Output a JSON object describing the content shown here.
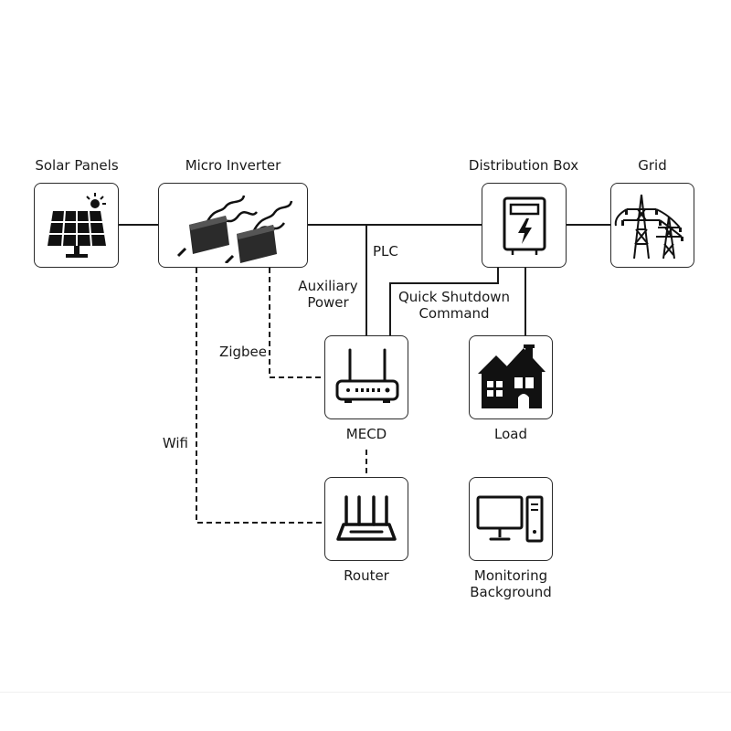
{
  "nodes": {
    "solar_panels": "Solar Panels",
    "micro_inverter": "Micro Inverter",
    "distribution_box": "Distribution Box",
    "grid": "Grid",
    "mecd": "MECD",
    "load": "Load",
    "router": "Router",
    "monitoring_background": "Monitoring\nBackground"
  },
  "connections": {
    "plc": "PLC",
    "auxiliary_power": "Auxiliary\nPower",
    "quick_shutdown_command": "Quick Shutdown\nCommand",
    "zigbee": "Zigbee",
    "wifi": "Wifi"
  },
  "icons": {
    "solar_panels": "solar-panel-icon",
    "micro_inverter": "micro-inverter-icon",
    "distribution_box": "distribution-box-icon",
    "grid": "transmission-tower-icon",
    "mecd": "gateway-icon",
    "load": "house-icon",
    "router": "router-icon",
    "monitoring_background": "desktop-computer-icon"
  },
  "colors": {
    "line": "#1a1a1a",
    "box_border": "#2a2a2a"
  }
}
